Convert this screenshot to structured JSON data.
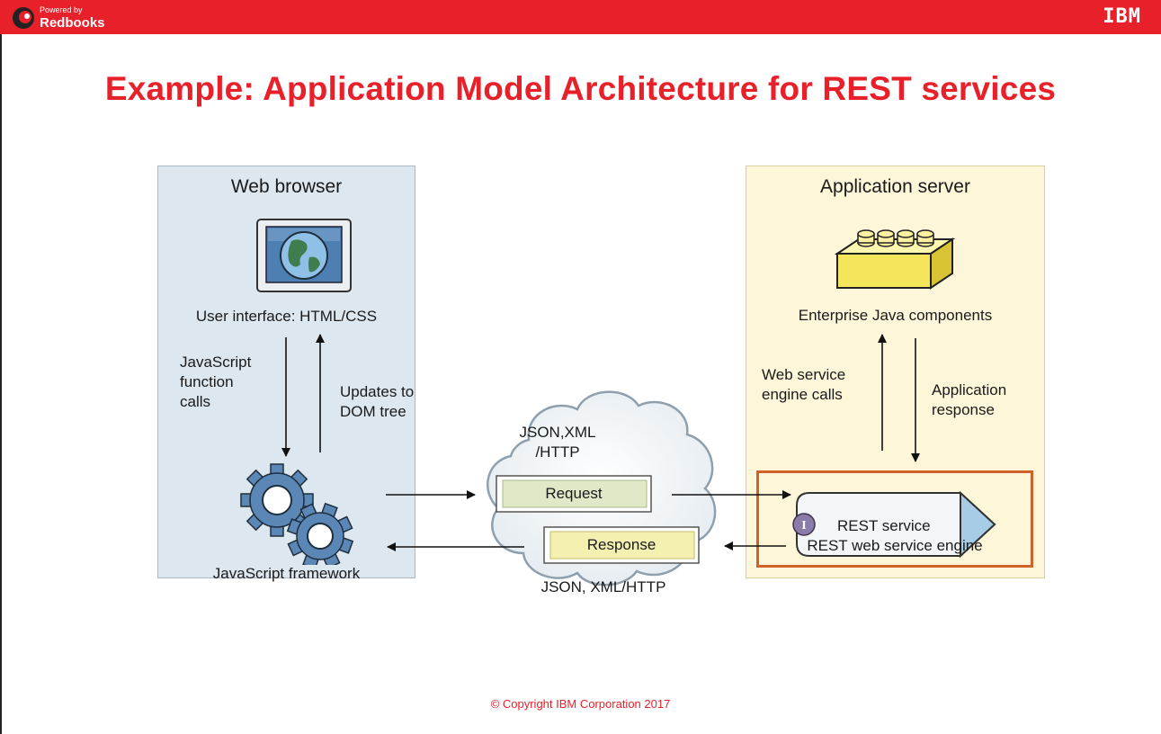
{
  "header": {
    "redbooks_small": "Powered by",
    "redbooks_brand": "Redbooks",
    "ibm_logo": "IBM"
  },
  "title": "Example: Application Model Architecture for REST services",
  "browser": {
    "title": "Web browser",
    "ui_label": "User interface: HTML/CSS",
    "js_calls": [
      "JavaScript",
      "function",
      "calls"
    ],
    "dom_updates": [
      "Updates to",
      "DOM tree"
    ],
    "framework_label": "JavaScript framework"
  },
  "network": {
    "top_label": [
      "JSON,XML",
      "/HTTP"
    ],
    "request": "Request",
    "response": "Response",
    "bottom_label": "JSON, XML/HTTP"
  },
  "server": {
    "title": "Application server",
    "components_label": "Enterprise Java components",
    "engine_calls": [
      "Web service",
      "engine calls"
    ],
    "app_response": [
      "Application",
      "response"
    ],
    "rest_service": "REST service",
    "engine_label": "REST web service engine",
    "interface_badge": "I"
  },
  "footer": {
    "copyright": "© Copyright IBM Corporation 2017"
  },
  "colors": {
    "brand_red": "#e8202a",
    "browser_bg": "#dde7ef",
    "server_bg": "#fdf6d9",
    "engine_border": "#d0622c",
    "request_fill": "#dfe9c8",
    "response_fill": "#f3f0b0"
  },
  "icons": [
    "redbooks-logo",
    "ibm-logo",
    "globe-monitor-icon",
    "gears-icon",
    "lego-brick-icon",
    "cloud-icon",
    "interface-badge-icon"
  ]
}
